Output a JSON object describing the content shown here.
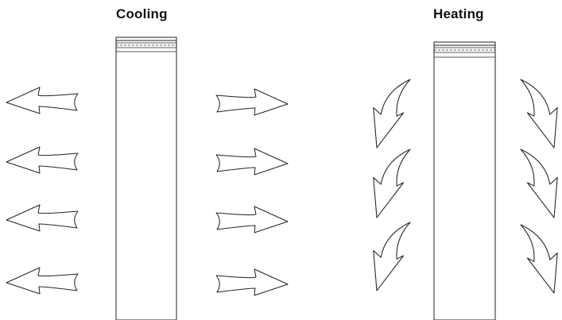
{
  "diagram": {
    "cooling": {
      "label": "Cooling",
      "direction": "horizontal-outward"
    },
    "heating": {
      "label": "Heating",
      "direction": "downward-outward"
    }
  },
  "colors": {
    "line": "#222222",
    "background": "#ffffff",
    "text": "#111111"
  }
}
